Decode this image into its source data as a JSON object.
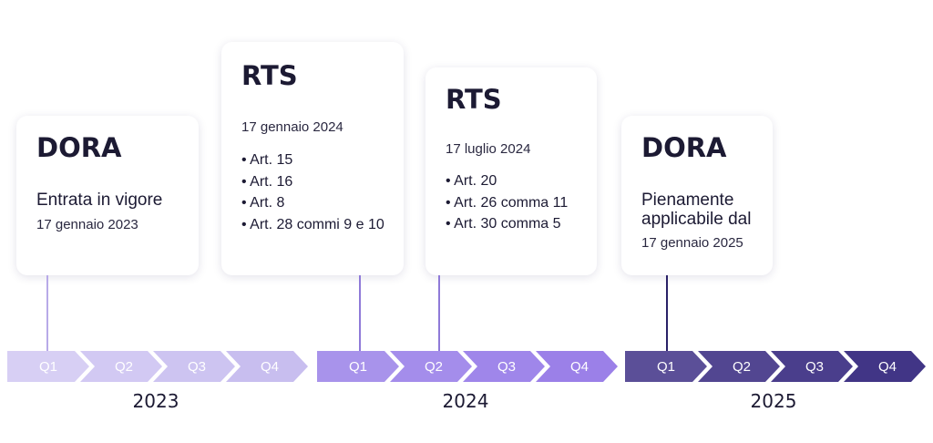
{
  "cards": [
    {
      "title": "DORA",
      "subtitle": "Entrata in vigore",
      "date": "17 gennaio 2023"
    },
    {
      "title": "RTS",
      "date": "17 gennaio 2024",
      "items": [
        "Art. 15",
        "Art. 16",
        "Art. 8",
        "Art. 28 commi 9 e 10"
      ]
    },
    {
      "title": "RTS",
      "date": "17 luglio 2024",
      "items": [
        "Art. 20",
        "Art. 26 comma 11",
        "Art. 30 comma 5"
      ]
    },
    {
      "title": "DORA",
      "subtitle_line1": "Pienamente",
      "subtitle_line2": "applicabile dal",
      "date": "17 gennaio 2025"
    }
  ],
  "timeline": {
    "years": [
      {
        "label": "2023",
        "quarters": [
          "Q1",
          "Q2",
          "Q3",
          "Q4"
        ],
        "color": "#cdc4f1"
      },
      {
        "label": "2024",
        "quarters": [
          "Q1",
          "Q2",
          "Q3",
          "Q4"
        ],
        "color": "#9f86ea"
      },
      {
        "label": "2025",
        "quarters": [
          "Q1",
          "Q2",
          "Q3",
          "Q4"
        ],
        "color": "#4a3e8c"
      }
    ],
    "connector_colors": [
      "#b8aae8",
      "#8f7ad8",
      "#8f7ad8",
      "#2a2167"
    ]
  }
}
